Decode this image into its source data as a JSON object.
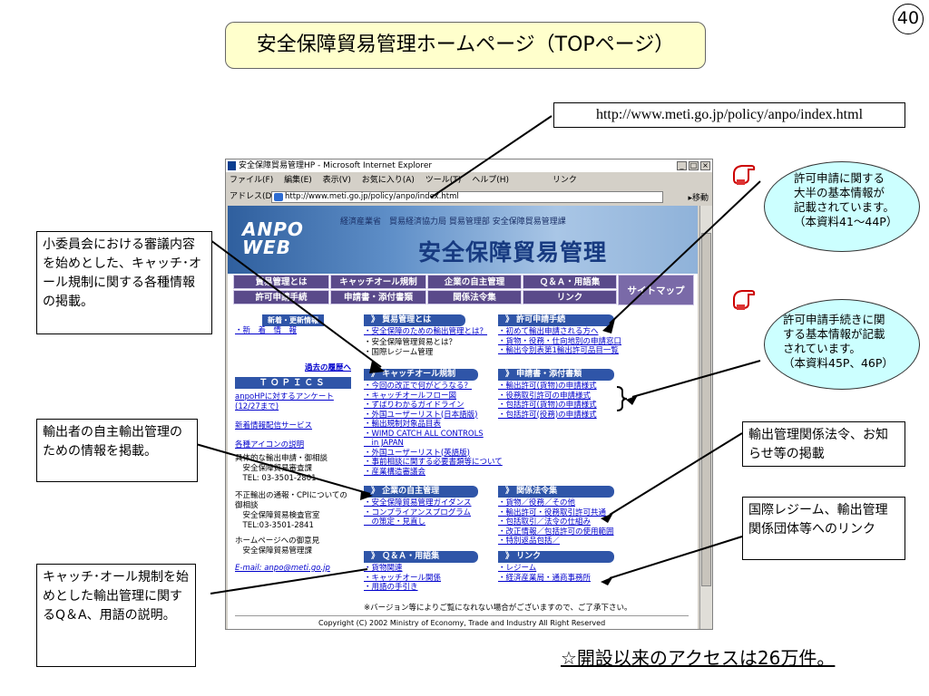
{
  "slide": {
    "page_number": "40",
    "title": "安全保障貿易管理ホームページ（TOPページ）",
    "url": "http://www.meti.go.jp/policy/anpo/index.html",
    "footer": "☆開設以来のアクセスは26万件。"
  },
  "callouts": {
    "left1": "小委員会における審議内容を始めとした、キャッチ･オール規制に関する各種情報の掲載。",
    "left2": "輸出者の自主輸出管理のための情報を掲載。",
    "left3": "キャッチ･オール規制を始めとした輸出管理に関するQ＆A、用語の説明。",
    "right1": "輸出管理関係法令、お知らせ等の掲載",
    "right2": "国際レジーム、輸出管理関係団体等へのリンク",
    "bubble1": [
      "許可申請に関する",
      "大半の基本情報が",
      "記載されています。",
      "（本資料41～44P）"
    ],
    "bubble2": [
      "許可申請手続きに関",
      "する基本情報が記載",
      "されています。",
      "（本資料45P、46P）"
    ]
  },
  "browser": {
    "title": "安全保障貿易管理HP - Microsoft Internet Explorer",
    "menu": [
      "ファイル(F)",
      "編集(E)",
      "表示(V)",
      "お気に入り(A)",
      "ツール(T)",
      "ヘルプ(H)"
    ],
    "links_label": "リンク",
    "address_label": "アドレス(D)",
    "address": "http://www.meti.go.jp/policy/anpo/index.html",
    "go": "移動"
  },
  "site": {
    "logo1": "ANPO",
    "logo2": "WEB",
    "ministry": "経済産業省　貿易経済協力局 貿易管理部 安全保障貿易管理課",
    "heading": "安全保障貿易管理",
    "nav1": [
      "貿易管理とは",
      "キャッチオール規制",
      "企業の自主管理",
      "Ｑ＆Ａ・用語集"
    ],
    "nav2": [
      "許可申請手続",
      "申請書・添付書類",
      "関係法令集",
      "リンク"
    ],
    "sitemap": "サイトマップ",
    "side": {
      "new_label": "新着・更新情報",
      "new": "・新　着　情　報",
      "past": "過去の履歴へ",
      "topics": "ＴＯＰＩＣＳ",
      "survey": "anpoHPに対するアンケート(12/27まで)",
      "mail": "新着情報配信サービス",
      "icon": "各種アイコンの説明",
      "contact1": "具体的な輸出申請・御相談",
      "contact1b": "　安全保障貿易審査課",
      "contact1c": "　TEL: 03-3501-2801",
      "contact2": "不正輸出の通報・CPIについての御相談",
      "contact2b": "　安全保障貿易検査官室",
      "contact2c": "　TEL:03-3501-2841",
      "contact3": "ホームページへの御意見",
      "contact3b": "　安全保障貿易管理課",
      "email": "E-mail: anpo@meti.go.jp"
    },
    "sections": [
      {
        "title": "》 貿易管理とは",
        "items": [
          "・安全保障のための輸出管理とは？"
        ],
        "plain": [
          "・安全保障管理貿易とは？",
          "・国際レジーム管理"
        ]
      },
      {
        "title": "》 許可申請手続",
        "items": [
          "・初めて輸出申請される方へ",
          "・貨物・役務・仕向地別の申請窓口",
          "・輸出令別表第1輸出許可品目一覧"
        ]
      },
      {
        "title": "》 キャッチオール規制",
        "items": [
          "・今回の改正で何がどうなる？",
          "・キャッチオールフロー図",
          "・ずばりわかるガイドライン",
          "・外国ユーザーリスト(日本語版)",
          "・輸出規制対象品目表",
          "・WIMD CATCH ALL CONTROLS",
          "　in JAPAN",
          "・外国ユーザーリスト(英語版)",
          "・事前相談に関する必要書類等について",
          "・産業構造審議会"
        ]
      },
      {
        "title": "》 申請書・添付書類",
        "items": [
          "・輸出許可(貨物)の申請様式",
          "・役務取引許可の申請様式",
          "・包括許可(貨物)の申請様式",
          "・包括許可(役務)の申請様式"
        ]
      },
      {
        "title": "》 企業の自主管理",
        "items": [
          "・安全保障貿易管理ガイダンス",
          "・コンプライアンスプログラム",
          "　の策定・見直し"
        ]
      },
      {
        "title": "》 関係法令集",
        "items": [
          "・貨物／役務／その他",
          "・輸出許可・役務取引許可共通",
          "・包括取引／法令の仕組み",
          "・改正情報／包括許可の使用範囲",
          "・特別返品包括／"
        ]
      },
      {
        "title": "》 Ｑ＆Ａ・用語集",
        "items": [
          "・貨物関連",
          "・キャッチオール関係",
          "・用語の手引き"
        ]
      },
      {
        "title": "》 リンク",
        "items": [
          "・レジーム",
          "・経済産業局・通商事務所"
        ]
      }
    ],
    "version_note": "※バージョン等によりご覧になれない場合がございますので、ご了承下さい。",
    "copyright": "Copyright (C) 2002 Ministry of Economy, Trade and Industry All Right Reserved"
  },
  "colors": {
    "title_bg": "#ffffcc",
    "bubble_bg": "#ccffff",
    "nav_bg": "#5a4a8a",
    "section_bg": "#2f55a8"
  }
}
